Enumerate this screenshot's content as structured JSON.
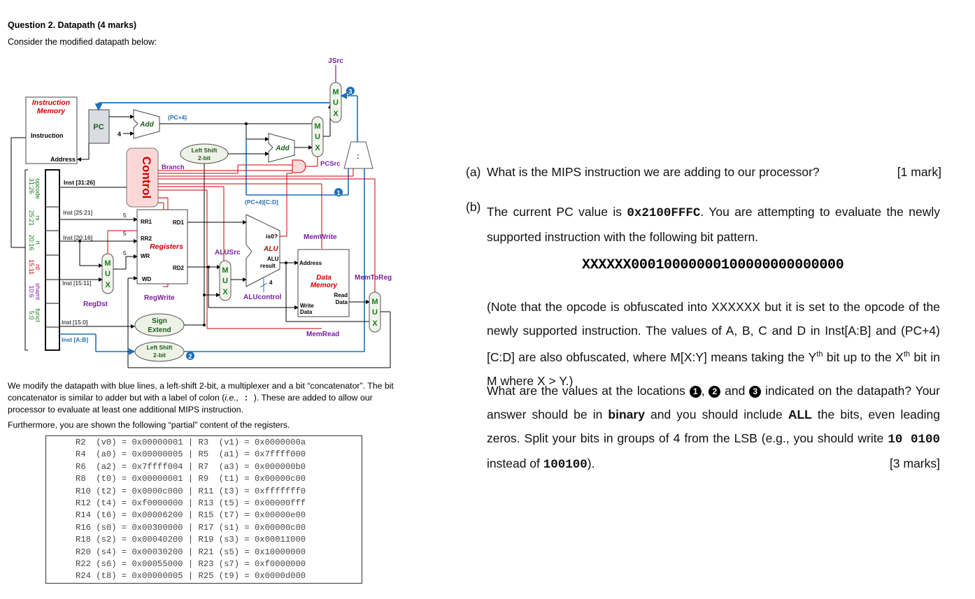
{
  "question": {
    "title": "Question 2. Datapath (4 marks)",
    "intro": "Consider the modified datapath below:"
  },
  "datapath": {
    "labels": {
      "jsrc": "JSrc",
      "instruction_memory_1": "Instruction",
      "instruction_memory_2": "Memory",
      "instruction": "Instruction",
      "address": "Address",
      "pc": "PC",
      "four": "4",
      "add": "Add",
      "pc_plus4": "(PC+4)",
      "left_shift_1": "Left Shift",
      "left_shift_2": "2-bit",
      "add2": "Add",
      "branch": "Branch",
      "pcsrc": "PCSrc",
      "control": "Control",
      "colon": ":",
      "inst_31_26": "Inst [31:26]",
      "inst_25_21": "Inst [25:21]",
      "inst_20_16": "Inst [20:16]",
      "inst_15_11": "Inst [15:11]",
      "inst_15_0": "Inst [15:0]",
      "inst_ab": "Inst [A:B]",
      "pc4_cd": "(PC+4)[C:D]",
      "rr1": "RR1",
      "rr2": "RR2",
      "wr": "WR",
      "wd": "WD",
      "rd1": "RD1",
      "rd2": "RD2",
      "registers": "Registers",
      "five": "5",
      "alusrc": "ALUSrc",
      "alu": "ALU",
      "is0": "is0?",
      "alu_result_1": "ALU",
      "alu_result_2": "result",
      "memwrite": "MemWrite",
      "address2": "Address",
      "data_memory_1": "Data",
      "data_memory_2": "Memory",
      "read_data_1": "Read",
      "read_data_2": "Data",
      "write_data_1": "Write",
      "write_data_2": "Data",
      "memtoreg": "MemToReg",
      "memread": "MemRead",
      "regdst": "RegDst",
      "regwrite": "RegWrite",
      "alucontrol": "ALUcontrol",
      "sign_1": "Sign",
      "sign_2": "Extend",
      "ls2_1": "Left Shift",
      "ls2_2": "2-bit",
      "mux_m": "M",
      "mux_u": "U",
      "mux_x": "X",
      "circle1": "1",
      "circle2": "2",
      "circle3": "3",
      "field_opcode": "opcode",
      "field_opcode_bits": "31:26",
      "field_rs": "rs",
      "field_rs_bits": "25:21",
      "field_rt": "rt",
      "field_rt_bits": "20:16",
      "field_rd": "rd",
      "field_rd_bits": "15:11",
      "field_shamt": "shamt",
      "field_shamt_bits": "10:6",
      "field_funct": "funct",
      "field_funct_bits": "5:0"
    }
  },
  "description": {
    "para1_part1": "We modify the datapath with blue lines, a left-shift 2-bit, a multiplexer and a bit “concatenator”.  The bit concatenator is similar to adder but with a label of colon (",
    "para1_ie": "i.e.,",
    "para1_colon": " : ",
    "para1_part2": ").  These are added to allow our processor to evaluate at least one additional MIPS instruction.",
    "para2": "Furthermore, you are shown the following “partial” content of the registers."
  },
  "registers": [
    "R2  (v0) = 0x00000001 | R3  (v1) = 0x0000000a",
    "R4  (a0) = 0x00000005 | R5  (a1) = 0x7ffff000",
    "R6  (a2) = 0x7ffff004 | R7  (a3) = 0x000000b0",
    "R8  (t0) = 0x00000001 | R9  (t1) = 0x00000c00",
    "R10 (t2) = 0x0000c000 | R11 (t3) = 0xfffffff0",
    "R12 (t4) = 0xf0000000 | R13 (t5) = 0x00000fff",
    "R14 (t6) = 0x00006200 | R15 (t7) = 0x00000e00",
    "R16 (s0) = 0x00300000 | R17 (s1) = 0x00000c00",
    "R18 (s2) = 0x00040200 | R19 (s3) = 0x00011000",
    "R20 (s4) = 0x00030200 | R21 (s5) = 0x10000000",
    "R22 (s6) = 0x00055000 | R23 (s7) = 0xf0000000",
    "R24 (t8) = 0x00000005 | R25 (t9) = 0x0000d000"
  ],
  "part_a": {
    "label": "(a)",
    "text": "What is the MIPS instruction we are adding to our processor?",
    "marks": "[1 mark]"
  },
  "part_b": {
    "label": "(b)",
    "text1": "The current PC value is ",
    "pc_value": "0x2100FFFC",
    "text2": ".  You are attempting to evaluate the newly supported instruction with the following bit pattern.",
    "bit_pattern": "XXXXXX00010000000100000000000000",
    "note": "(Note that the opcode is obfuscated into XXXXXX but it is set to the opcode of the newly supported instruction. The values of A, B, C and D in Inst[A:B] and (PC+4)[C:D] are also obfuscated, where M[X:Y] means taking the Y",
    "note_th1": "th",
    "note_mid": " bit up to the X",
    "note_th2": "th",
    "note_end": " bit in M where X > Y.)",
    "q1": "What are the values at the locations ",
    "c1": "1",
    "q_sep1": ", ",
    "c2": "2",
    "q_and": " and ",
    "c3": "3",
    "q2": " indicated on the datapath?  Your answer should be in ",
    "binary": "binary",
    "q3": " and you should include ",
    "all": "ALL",
    "q4": " the bits, even leading zeros.  Split your bits in groups of 4 from the LSB (e.g., you should write ",
    "ex1": "10 0100",
    "q5": " instead of ",
    "ex2": "100100",
    "q6": ").",
    "marks": "[3 marks]"
  }
}
